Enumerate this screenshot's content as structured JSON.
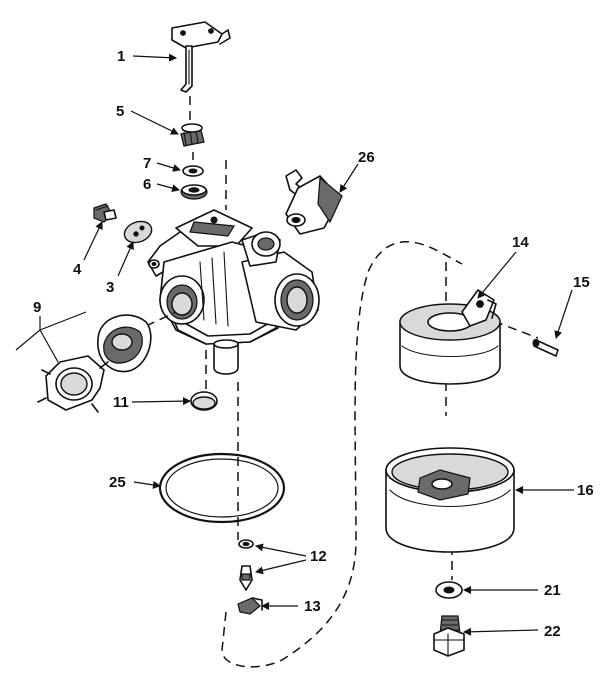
{
  "diagram": {
    "part_labels": {
      "p1": "1",
      "p5": "5",
      "p7": "7",
      "p6": "6",
      "p26": "26",
      "p4": "4",
      "p3": "3",
      "p9": "9",
      "p14": "14",
      "p15": "15",
      "p11": "11",
      "p25": "25",
      "p16": "16",
      "p12": "12",
      "p13": "13",
      "p21": "21",
      "p22": "22"
    }
  }
}
